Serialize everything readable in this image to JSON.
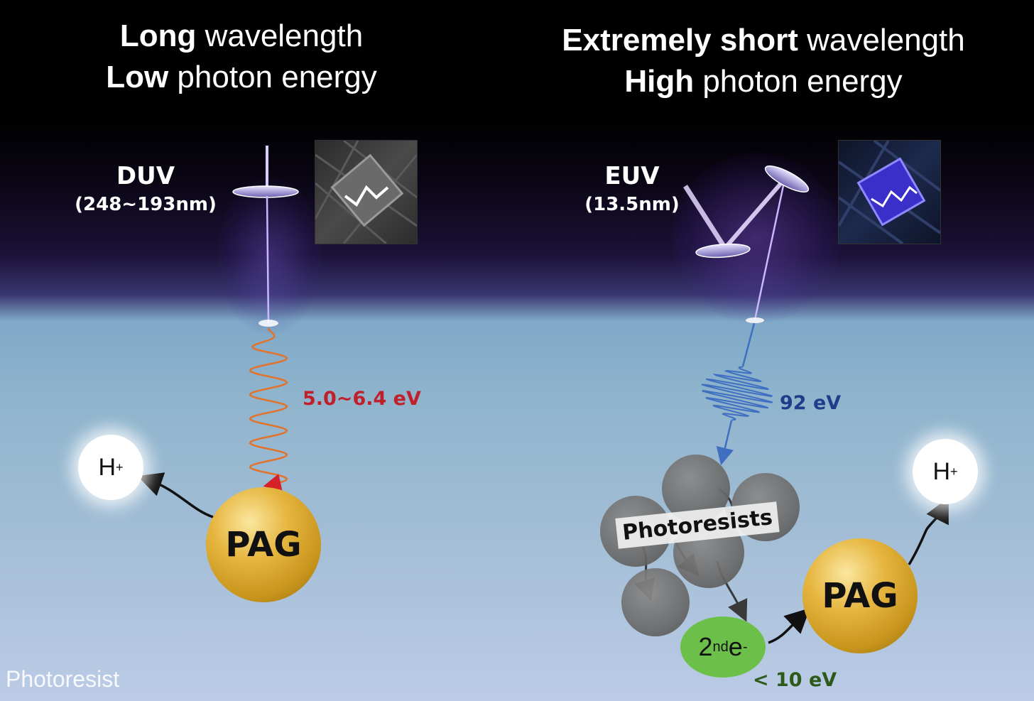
{
  "left": {
    "headline_line1_bold": "Long",
    "headline_line1_rest": " wavelength",
    "headline_line2_bold": "Low",
    "headline_line2_rest": " photon energy",
    "source_name": "DUV",
    "source_range": "(248~193nm)",
    "energy": "5.0~6.4 eV",
    "pag_label": "PAG",
    "proton": "H",
    "proton_charge": "+"
  },
  "right": {
    "headline_line1_bold": "Extremely short",
    "headline_line1_rest": " wavelength",
    "headline_line2_bold": "High",
    "headline_line2_rest": " photon energy",
    "source_name": "EUV",
    "source_range": "(13.5nm)",
    "energy": "92 eV",
    "photoresists_label": "Photoresists",
    "electron_base": "2",
    "electron_sup": "nd",
    "electron_symbol": " e",
    "electron_charge": "-",
    "electron_energy": "< 10 eV",
    "pag_label": "PAG",
    "proton": "H",
    "proton_charge": "+"
  },
  "footer_label": "Photoresist",
  "colors": {
    "duv_wave": "#e2732c",
    "duv_energy": "#c0202a",
    "euv_wave": "#3f6fc1",
    "euv_energy": "#1f3d8a",
    "electron_energy": "#2d5a1a",
    "beam": "#b48cff"
  }
}
